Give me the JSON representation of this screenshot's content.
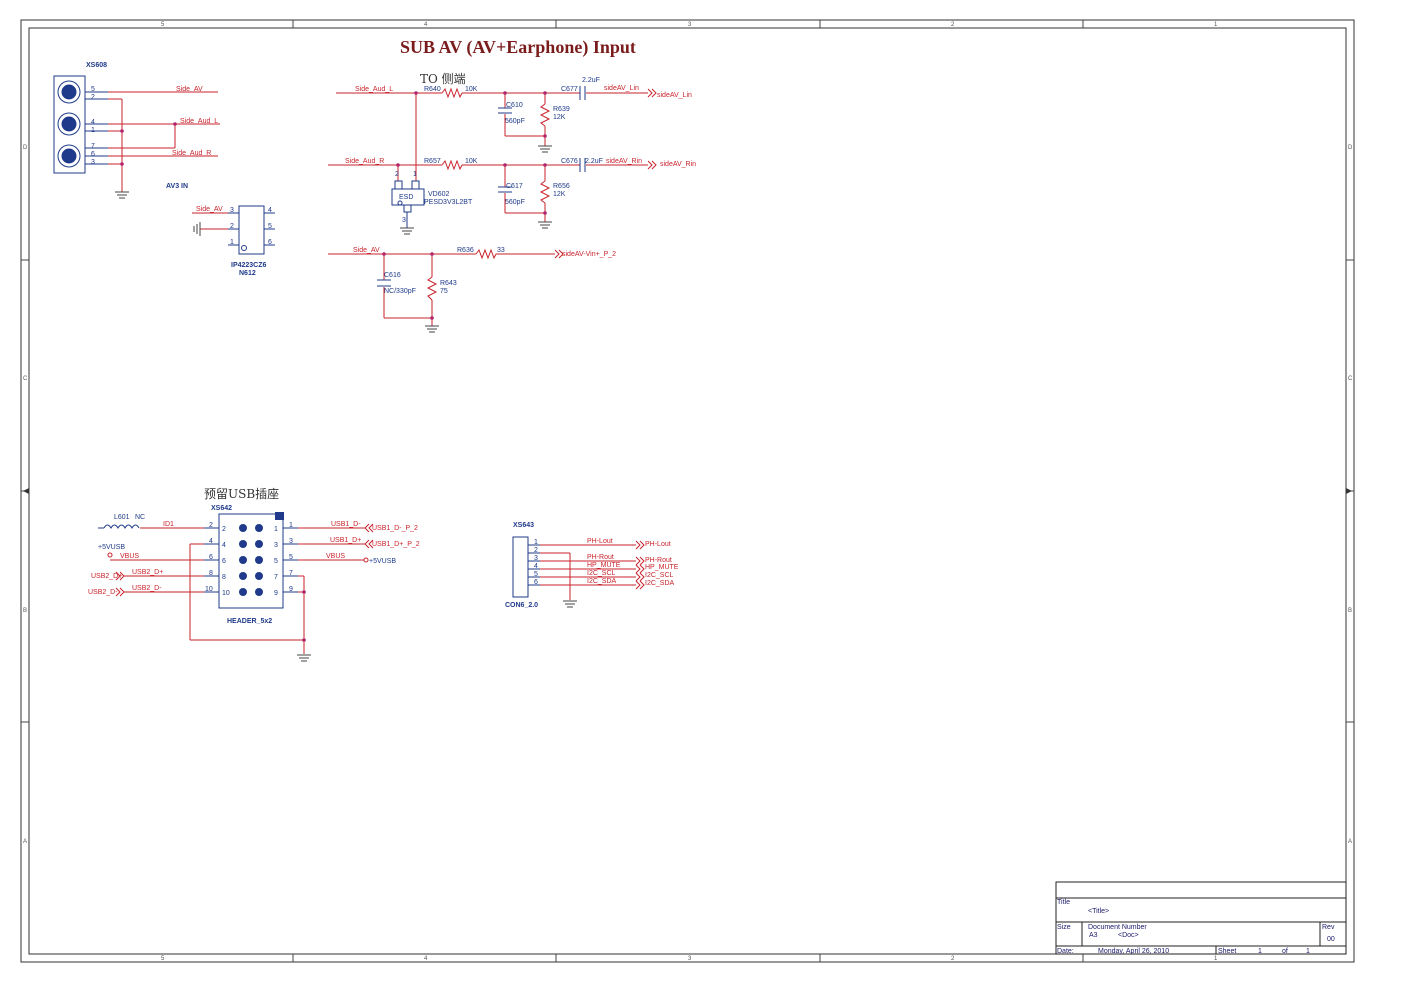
{
  "title": "SUB AV (AV+Earphone) Input",
  "annotations": {
    "to_side": "TO 侧端",
    "reserved_usb": "预留USB插座"
  },
  "zones": {
    "cols": [
      "5",
      "4",
      "3",
      "2",
      "1"
    ],
    "rows": [
      "D",
      "C",
      "B",
      "A"
    ]
  },
  "xs608": {
    "ref": "XS608",
    "name": "AV3 IN",
    "pins": [
      "5",
      "2",
      "4",
      "1",
      "7",
      "6",
      "3"
    ]
  },
  "n612": {
    "ref": "N612",
    "part": "IP4223CZ6",
    "pins": [
      "3",
      "2",
      "1",
      "4",
      "5",
      "6"
    ],
    "net": "Side_AV"
  },
  "vd602": {
    "ref": "VD602",
    "part": "PESD3V3L2BT",
    "body": "ESD",
    "pins": [
      "2",
      "1",
      "3"
    ]
  },
  "nets": {
    "side_av": "Side_AV",
    "side_aud_l": "Side_Aud_L",
    "side_aud_r": "Side_Aud_R",
    "sideav_lin": "sideAV_Lin",
    "sideav_rin": "sideAV_Rin",
    "sideav_vin": "sideAV-Vin+_P_2",
    "id1": "ID1",
    "vbus": "VBUS",
    "p5vusb": "+5VUSB",
    "usb2_dp": "USB2_D+",
    "usb2_dm": "USB2_D-",
    "usb1_dm": "USB1_D-",
    "usb1_dp": "USB1_D+",
    "usb1_dm_p2": "USB1_D-_P_2",
    "usb1_dp_p2": "USB1_D+_P_2",
    "ph_lout": "PH-Lout",
    "ph_rout": "PH-Rout",
    "hp_mute": "HP_MUTE",
    "i2c_scl": "I2C_SCL",
    "i2c_sda": "I2C_SDA"
  },
  "parts": {
    "r640": {
      "ref": "R640",
      "value": "10K"
    },
    "r657": {
      "ref": "R657",
      "value": "10K"
    },
    "r639": {
      "ref": "R639",
      "value": "12K"
    },
    "r656": {
      "ref": "R656",
      "value": "12K"
    },
    "r636": {
      "ref": "R636",
      "value": "33"
    },
    "r643": {
      "ref": "R643",
      "value": "75"
    },
    "c610": {
      "ref": "C610",
      "value": "560pF"
    },
    "c617": {
      "ref": "C617",
      "value": "560pF"
    },
    "c616": {
      "ref": "C616",
      "value": "NC/330pF"
    },
    "c677": {
      "ref": "C677",
      "value": "2.2uF"
    },
    "c676": {
      "ref": "C676",
      "value": "2.2uF"
    },
    "l601": {
      "ref": "L601",
      "value": "NC"
    }
  },
  "xs642": {
    "ref": "XS642",
    "name": "HEADER_5x2",
    "left_pins": [
      "2",
      "4",
      "6",
      "8",
      "10"
    ],
    "right_pins": [
      "1",
      "3",
      "5",
      "7",
      "9"
    ]
  },
  "xs643": {
    "ref": "XS643",
    "name": "CON6_2.0",
    "pins": [
      "1",
      "2",
      "3",
      "4",
      "5",
      "6"
    ]
  },
  "titleblock": {
    "title_label": "Title",
    "title_value": "<Title>",
    "size_label": "Size",
    "size_value": "A3",
    "docnum_label": "Document Number",
    "docnum_value": "<Doc>",
    "rev_label": "Rev",
    "rev_value": "00",
    "date_label": "Date:",
    "date_value": "Monday, April 26, 2010",
    "sheet_label": "Sheet",
    "sheet_value": "1",
    "of_label": "of",
    "of_value": "1"
  }
}
